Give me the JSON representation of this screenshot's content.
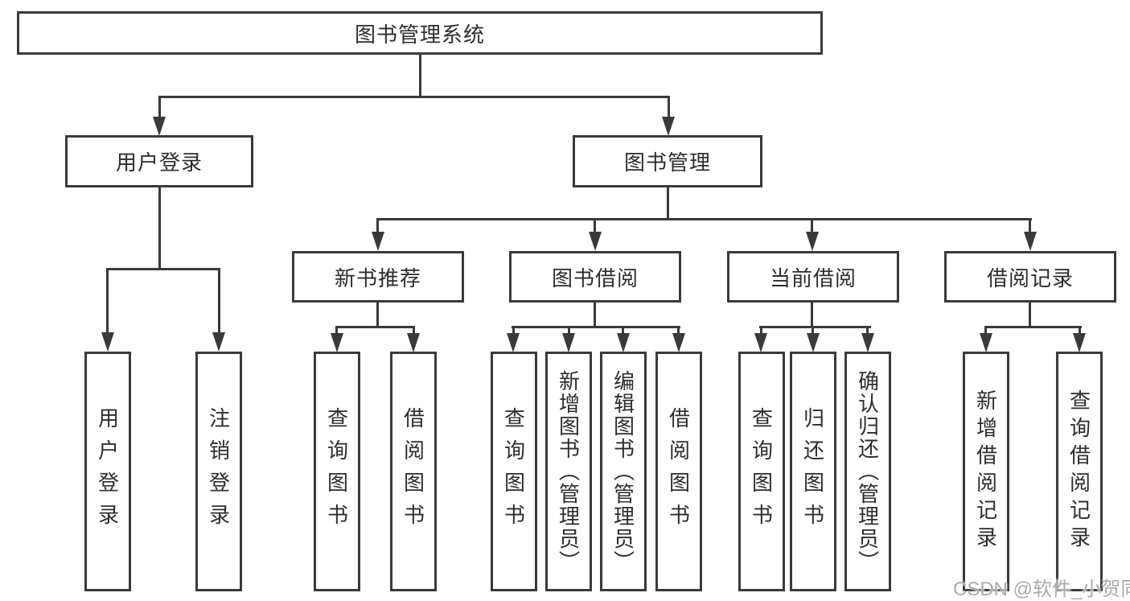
{
  "tree": {
    "root": {
      "label": "图书管理系统"
    },
    "user_branch": {
      "label": "用户登录",
      "children": [
        {
          "label": "用户登录"
        },
        {
          "label": "注销登录"
        }
      ]
    },
    "book_branch": {
      "label": "图书管理",
      "sections": [
        {
          "label": "新书推荐",
          "children": [
            {
              "label": "查询图书"
            },
            {
              "label": "借阅图书"
            }
          ]
        },
        {
          "label": "图书借阅",
          "children": [
            {
              "label": "查询图书"
            },
            {
              "label": "新增图书（管理员）"
            },
            {
              "label": "编辑图书（管理员）"
            },
            {
              "label": "借阅图书"
            }
          ]
        },
        {
          "label": "当前借阅",
          "children": [
            {
              "label": "查询图书"
            },
            {
              "label": "归还图书"
            },
            {
              "label": "确认归还（管理员）"
            }
          ]
        },
        {
          "label": "借阅记录",
          "children": [
            {
              "label": "新增借阅记录"
            },
            {
              "label": "查询借阅记录"
            }
          ]
        }
      ]
    }
  },
  "watermark": {
    "text": "CSDN @软件_小贺同学"
  },
  "colors": {
    "line": "#3a3a3a",
    "text": "#2d2d2d",
    "watermark": "#ababab"
  }
}
